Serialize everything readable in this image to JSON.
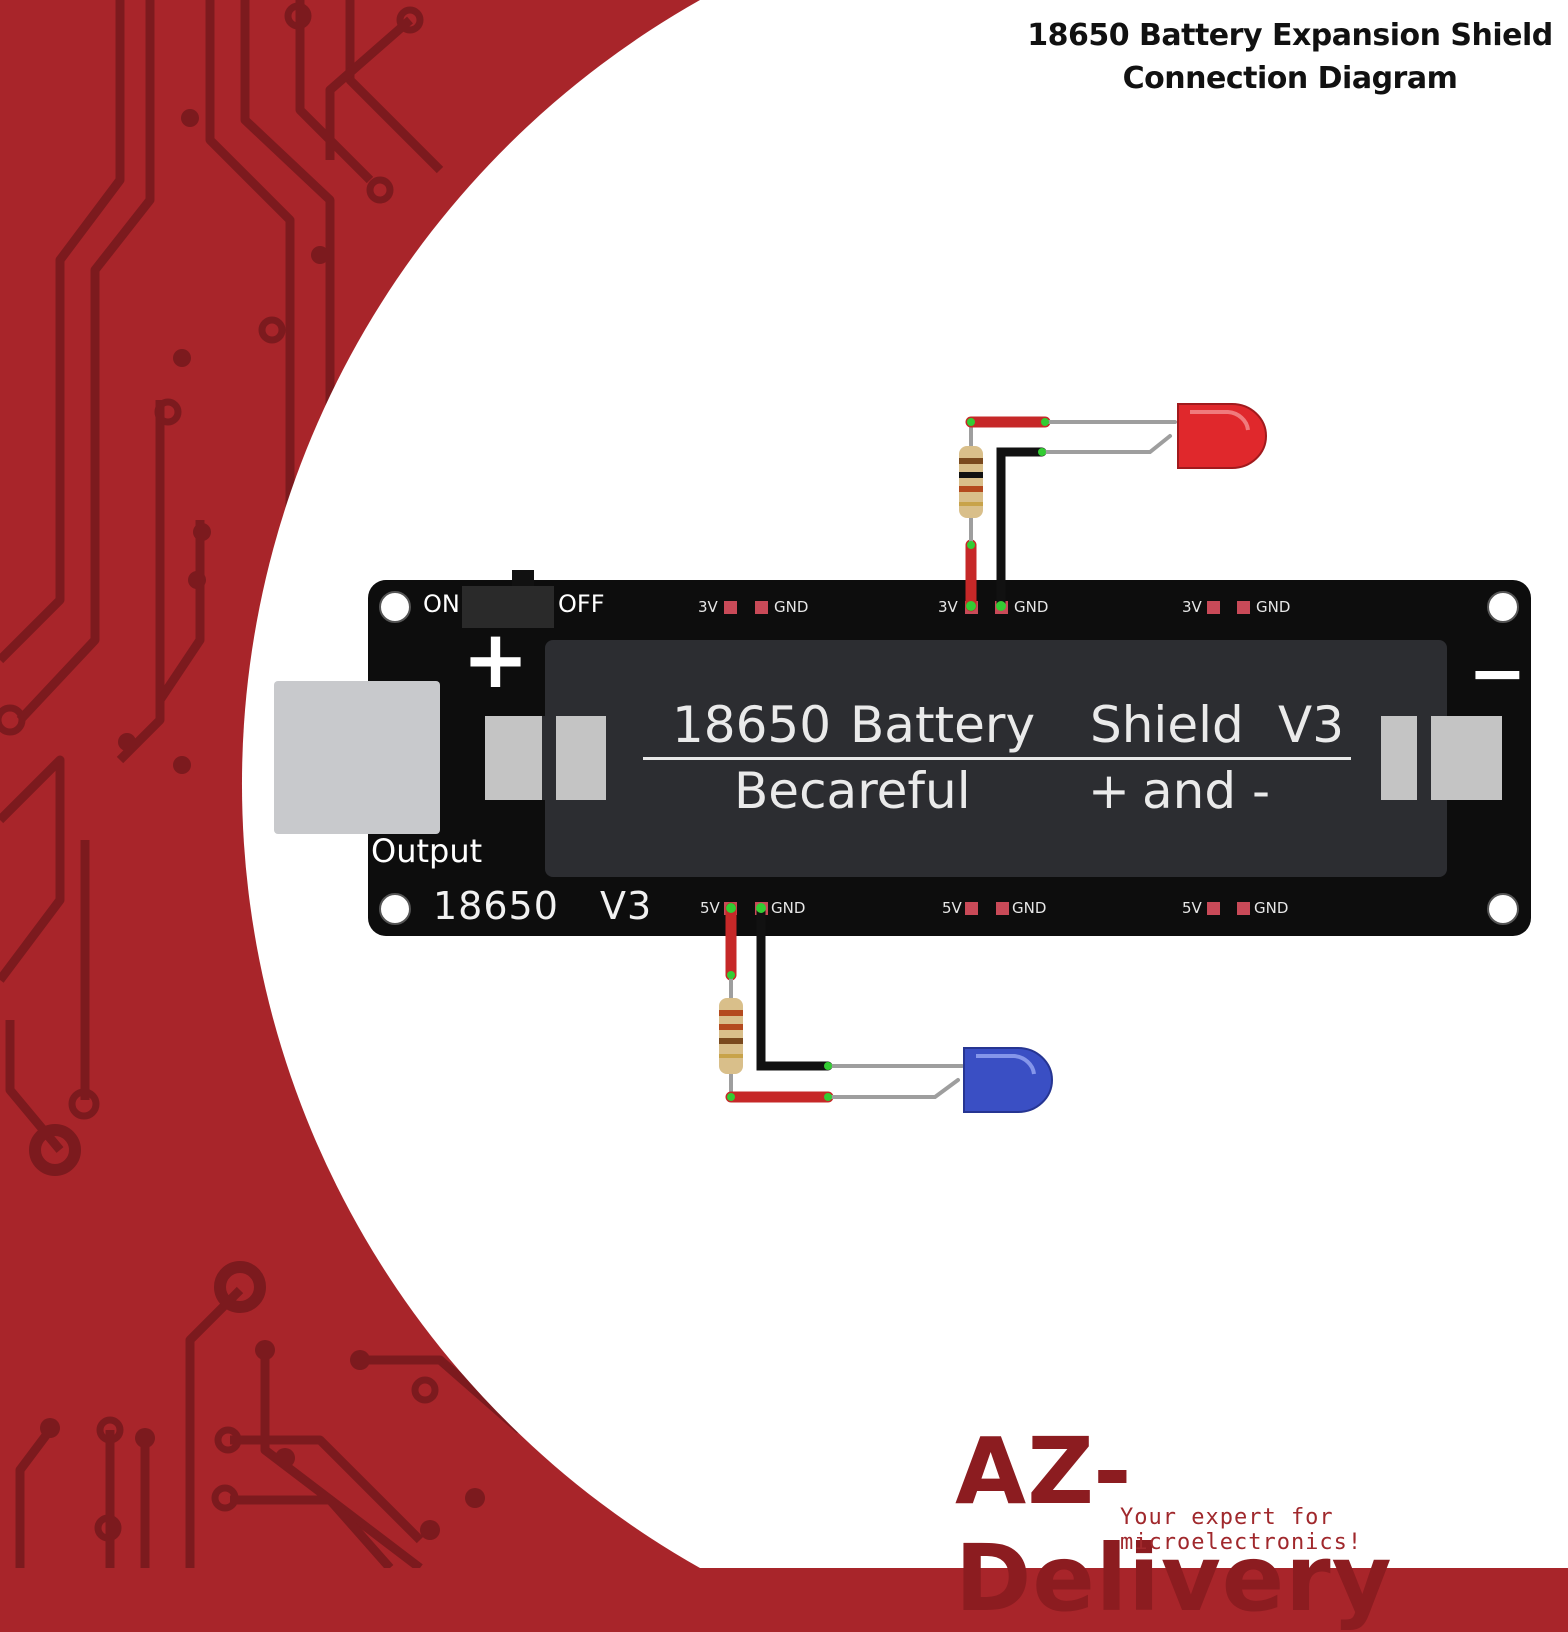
{
  "title": {
    "line1": "18650 Battery Expansion Shield",
    "line2": "Connection Diagram"
  },
  "board": {
    "switch_on": "ON",
    "switch_off": "OFF",
    "output_label": "Output",
    "bottom_model": "18650",
    "bottom_version": "V3",
    "plus_sign": "+",
    "minus_sign": "−",
    "panel_line1_a": "18650",
    "panel_line1_b": "Battery",
    "panel_line1_c": "Shield",
    "panel_line1_d": "V3",
    "panel_line2_a": "Becareful",
    "panel_line2_b": "+",
    "panel_line2_c": "and",
    "panel_line2_d": "-",
    "top_pins": [
      {
        "v": "3V",
        "g": "GND"
      },
      {
        "v": "3V",
        "g": "GND"
      },
      {
        "v": "3V",
        "g": "GND"
      }
    ],
    "bottom_pins": [
      {
        "v": "5V",
        "g": "GND"
      },
      {
        "v": "5V",
        "g": "GND"
      },
      {
        "v": "5V",
        "g": "GND"
      }
    ]
  },
  "leds": {
    "top_color": "#e0282c",
    "bottom_color": "#3a4fc4"
  },
  "colors": {
    "background_red": "#a8252a",
    "trace_dark": "#7c1a1e",
    "board_black": "#0d0d0d",
    "panel_grey": "#2c2d31",
    "wire_red": "#c62828",
    "wire_black": "#111111"
  },
  "logo": {
    "brand": "AZ-Delivery",
    "tagline": "Your expert for microelectronics!"
  }
}
